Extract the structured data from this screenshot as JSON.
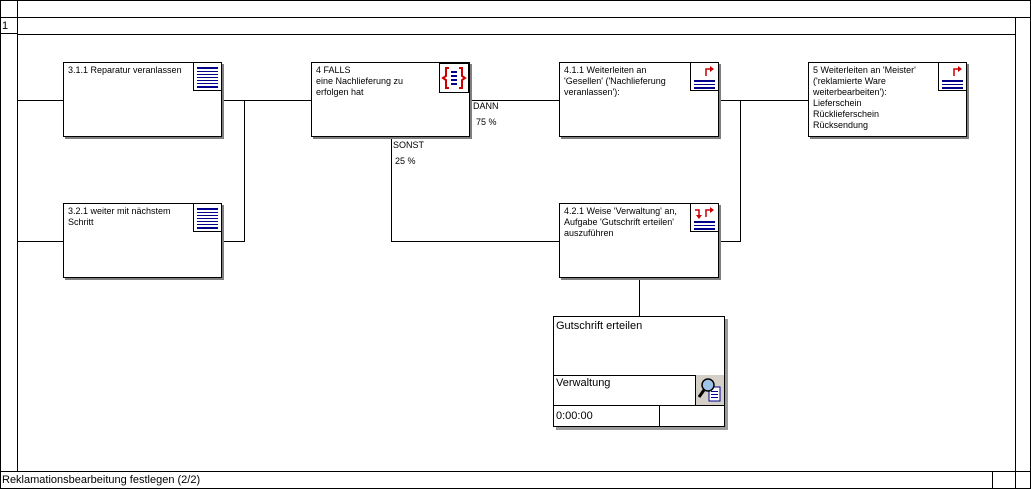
{
  "page_number": "1",
  "footer_title": "Reklamationsbearbeitung festlegen (2/2)",
  "nodes": [
    {
      "id": "3.1.1",
      "text": "3.1.1 Reparatur veranlassen",
      "icon": "document-lines-icon"
    },
    {
      "id": "3.2.1",
      "text": "3.2.1 weiter mit nächstem\nSchritt",
      "icon": "document-lines-icon"
    },
    {
      "id": "4",
      "text": "4 FALLS\neine Nachlieferung zu\nerfolgen hat",
      "icon": "decision-branch-icon"
    },
    {
      "id": "4.1.1",
      "text": "4.1.1 Weiterleiten an\n'Gesellen' ('Nachlieferung\nveranlassen'):",
      "icon": "forward-arrow-icon"
    },
    {
      "id": "5",
      "text": "5 Weiterleiten an 'Meister'\n('reklamierte Ware\nweiterbearbeiten'):\nLieferschein\nRücklieferschein\nRücksendung",
      "icon": "forward-arrow-icon"
    },
    {
      "id": "4.2.1",
      "text": "4.2.1 Weise 'Verwaltung' an,\nAufgabe 'Gutschrift erteilen'\nauszuführen",
      "icon": "assign-task-icon"
    }
  ],
  "branches": {
    "then_label": "DANN",
    "then_percent": "75 %",
    "else_label": "SONST",
    "else_percent": "25 %"
  },
  "task_card": {
    "name": "Gutschrift erteilen",
    "role": "Verwaltung",
    "time": "0:00:00",
    "icon": "user-task-search-icon"
  },
  "colors": {
    "icon_blue": "#00008b",
    "icon_red": "#cc0000",
    "shadow": "#7f7f7f"
  }
}
